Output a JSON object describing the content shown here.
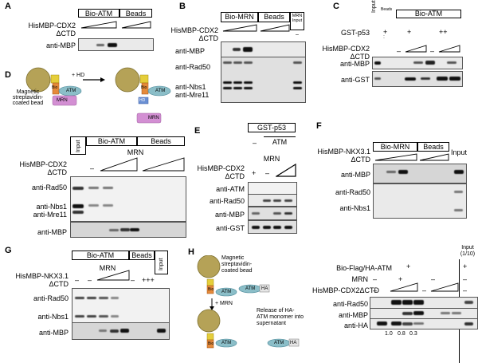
{
  "panels": {
    "A": {
      "label": "A",
      "headers": [
        "Bio-ATM",
        "Beads"
      ],
      "protein": "HisMBP-CDX2",
      "protein2": "ΔCTD",
      "rows": [
        "anti-MBP"
      ]
    },
    "B": {
      "label": "B",
      "headers": [
        "Bio-MRN",
        "Beads"
      ],
      "input_header": "MRN Input",
      "protein": "HisMBP-CDX2",
      "protein2": "ΔCTD",
      "rows": [
        "anti-MBP",
        "anti-Rad50",
        "anti-Nbs1",
        "anti-Mre11"
      ]
    },
    "C": {
      "label": "C",
      "header": "Bio-ATM",
      "beads": "Beads",
      "input": "Input",
      "gst_label": "GST-p53",
      "gst_values": [
        "+",
        "+",
        "++"
      ],
      "protein": "HisMBP-CDX2",
      "protein2": "ΔCTD",
      "signs": [
        "–",
        "–"
      ],
      "rows": [
        "anti-MBP",
        "anti-GST"
      ]
    },
    "D": {
      "label": "D",
      "hd": "+ HD",
      "bead_text": [
        "Magnetic",
        "streptavidin-",
        "coated bead"
      ],
      "bio": "Bio",
      "atm": "ATM",
      "mrn": "MRN",
      "hdbox": "HD",
      "headers": [
        "Bio-ATM",
        "Beads"
      ],
      "input": "Input",
      "mrn_label": "MRN",
      "protein": "HisMBP-CDX2",
      "protein2": "ΔCTD",
      "sign": "–",
      "rows": [
        "anti-Rad50",
        "anti-Nbs1",
        "anti-Mre11",
        "anti-MBP"
      ]
    },
    "E": {
      "label": "E",
      "gst": "GST-p53",
      "atm": "ATM",
      "mrn": "MRN",
      "protein": "HisMBP-CDX2",
      "protein2": "ΔCTD",
      "signs": [
        "–",
        "+",
        "–"
      ],
      "rows": [
        "anti-ATM",
        "anti-Rad50",
        "anti-MBP",
        "anti-GST"
      ]
    },
    "F": {
      "label": "F",
      "headers": [
        "Bio-MRN",
        "Beads"
      ],
      "input": "Input",
      "protein": "HisMBP-NKX3.1",
      "protein2": "ΔCTD",
      "rows": [
        "anti-MBP",
        "anti-Rad50",
        "anti-Nbs1"
      ]
    },
    "G": {
      "label": "G",
      "headers": [
        "Bio-ATM",
        "Beads"
      ],
      "input": "Input",
      "mrn": "MRN",
      "protein": "HisMBP-NKX3.1",
      "protein2": "ΔCTD",
      "signs": [
        "–",
        "–",
        "+++"
      ],
      "rows": [
        "anti-Rad50",
        "anti-Nbs1",
        "anti-MBP"
      ]
    },
    "H": {
      "label": "H",
      "bead_text": [
        "Magnetic",
        "streptavidin-",
        "coated bead"
      ],
      "bio": "Bio",
      "atm": "ATM",
      "ha": "HA",
      "mrn_arrow": "+ MRN",
      "release_text": [
        "Release of HA-",
        "ATM monomer into",
        "supernatant"
      ],
      "input": "Input",
      "input_ratio": "(1/10)",
      "conditions": [
        {
          "label": "Bio-Flag/HA-ATM",
          "values": [
            "+",
            "+"
          ]
        },
        {
          "label": "MRN",
          "values": [
            "–",
            "+",
            "–",
            "–"
          ]
        },
        {
          "label": "HisMBP-CDX2ΔCTD",
          "values": [
            "–",
            "–",
            "–"
          ]
        }
      ],
      "rows": [
        "anti-Rad50",
        "anti-MBP",
        "anti-HA"
      ],
      "quant": [
        "1.0",
        "0.8",
        "0.3"
      ]
    }
  }
}
